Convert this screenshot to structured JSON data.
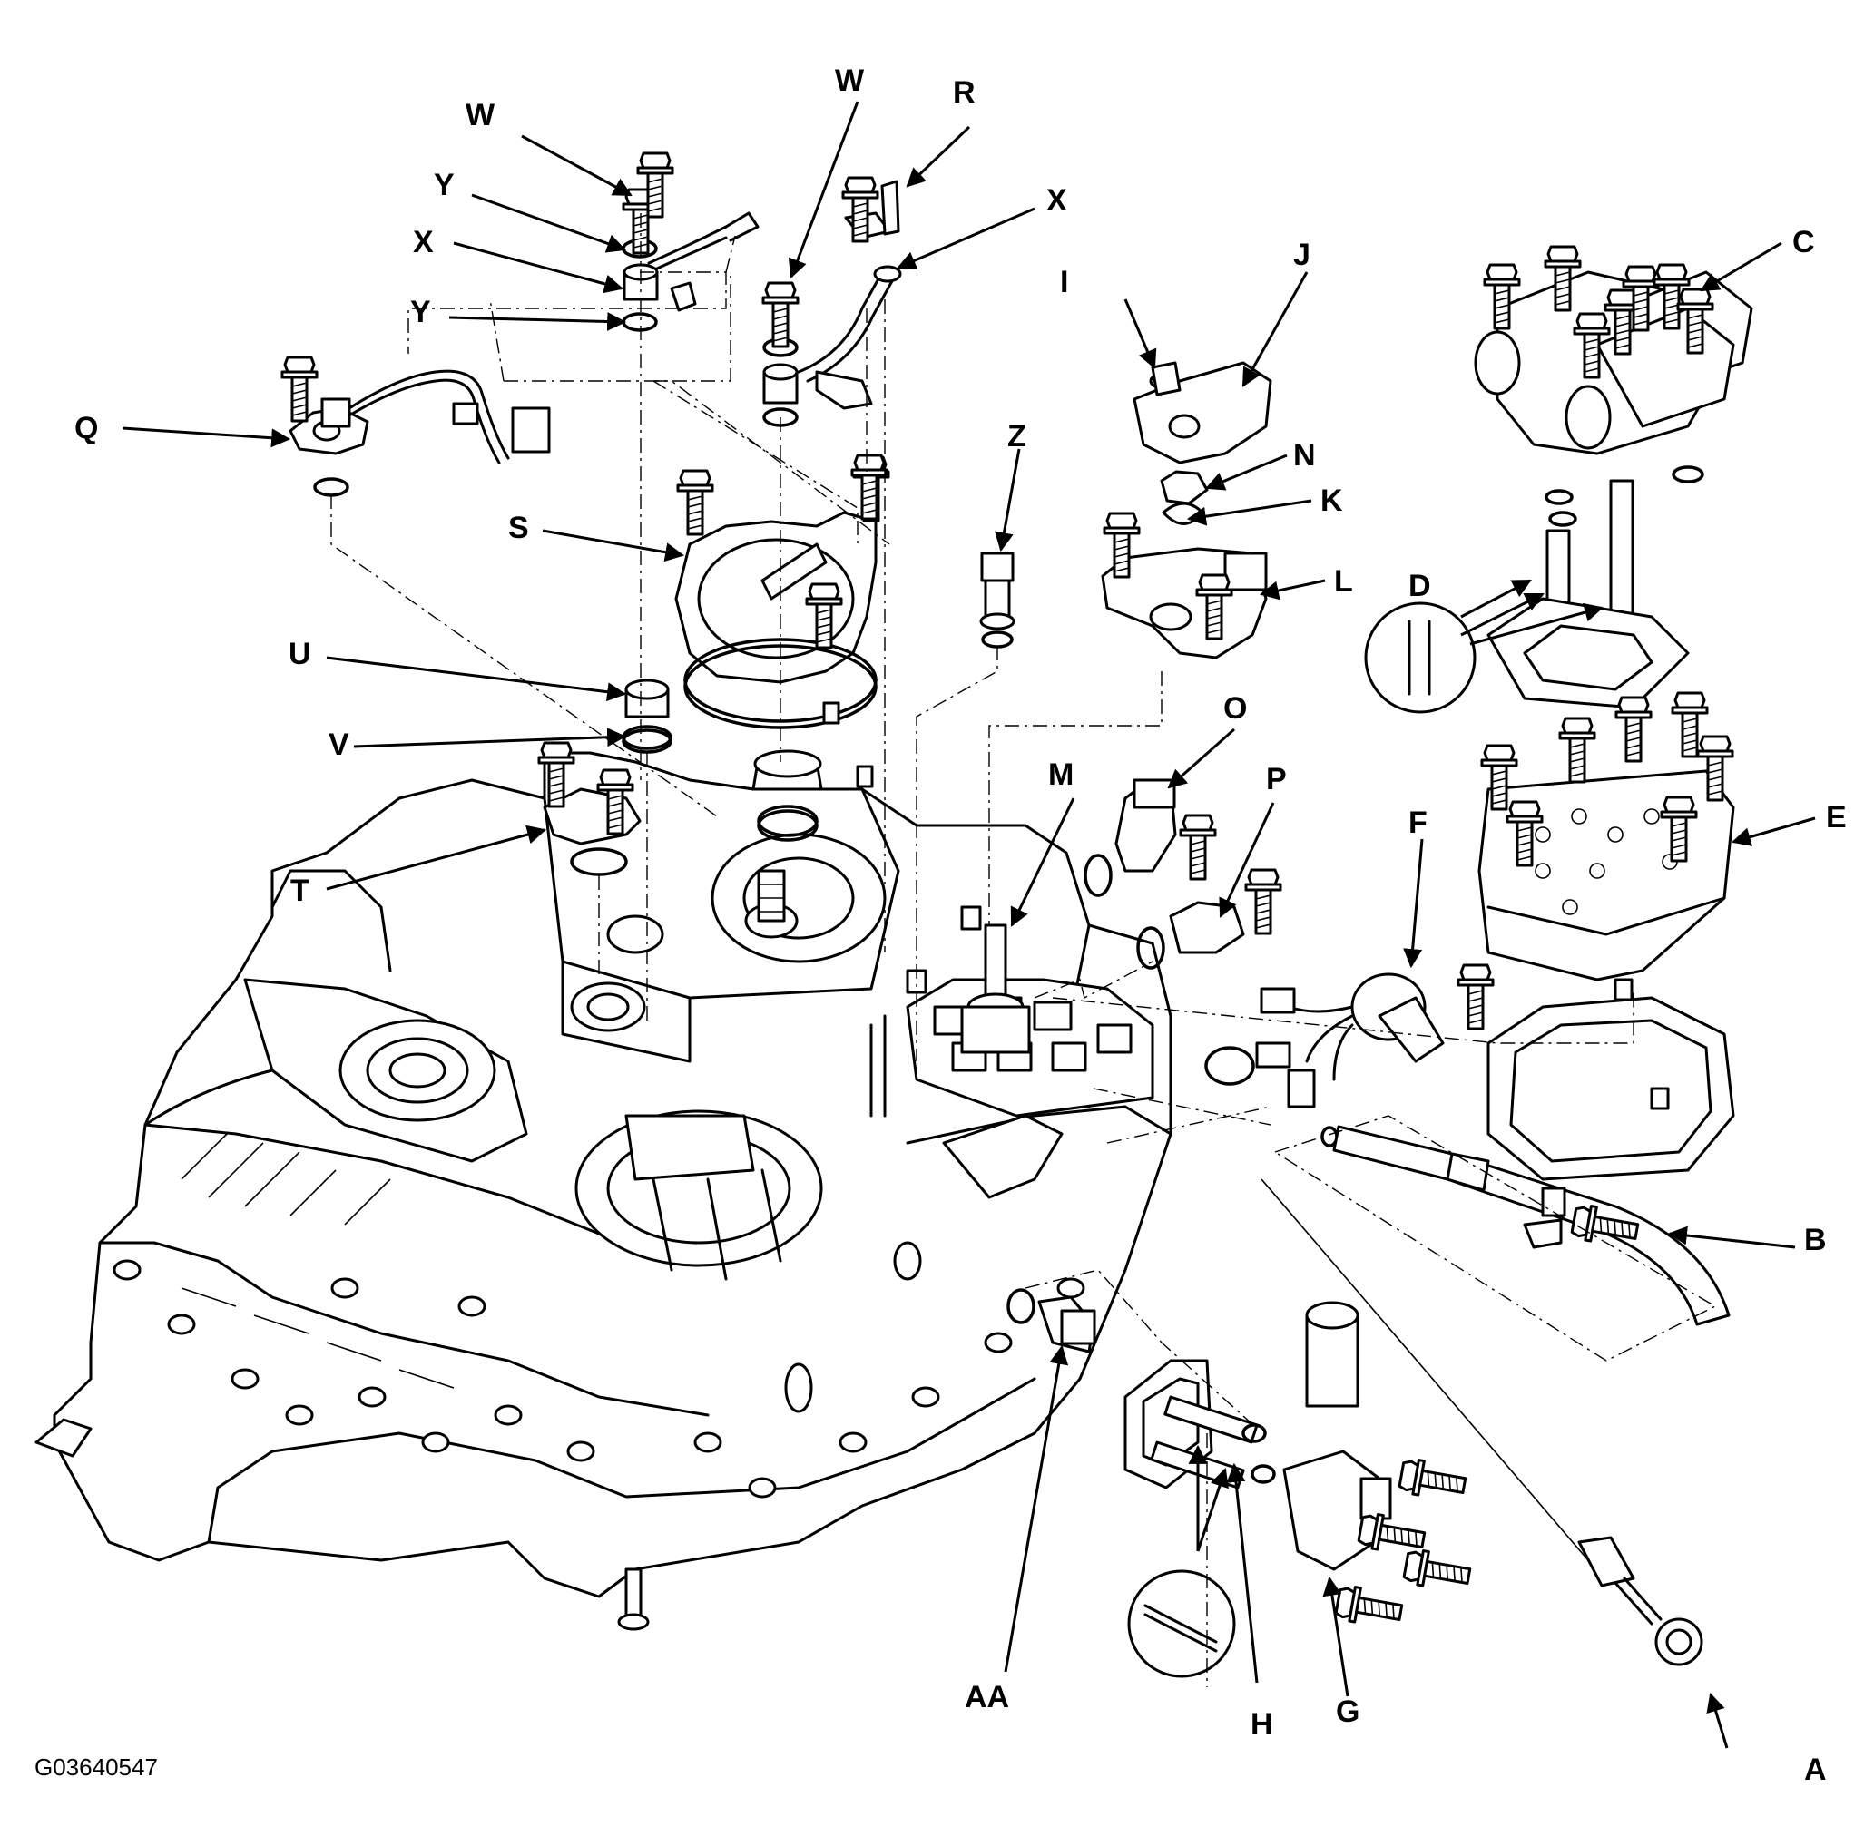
{
  "diagram_code": "G03640547",
  "callouts": [
    {
      "id": "a",
      "text": "A"
    },
    {
      "id": "aa",
      "text": "AA"
    },
    {
      "id": "b",
      "text": "B"
    },
    {
      "id": "c",
      "text": "C"
    },
    {
      "id": "d",
      "text": "D"
    },
    {
      "id": "e",
      "text": "E"
    },
    {
      "id": "f",
      "text": "F"
    },
    {
      "id": "g",
      "text": "G"
    },
    {
      "id": "h",
      "text": "H"
    },
    {
      "id": "i",
      "text": "I"
    },
    {
      "id": "j",
      "text": "J"
    },
    {
      "id": "k",
      "text": "K"
    },
    {
      "id": "l",
      "text": "L"
    },
    {
      "id": "m",
      "text": "M"
    },
    {
      "id": "n",
      "text": "N"
    },
    {
      "id": "o",
      "text": "O"
    },
    {
      "id": "p",
      "text": "P"
    },
    {
      "id": "q",
      "text": "Q"
    },
    {
      "id": "r",
      "text": "R"
    },
    {
      "id": "s",
      "text": "S"
    },
    {
      "id": "t",
      "text": "T"
    },
    {
      "id": "u",
      "text": "U"
    },
    {
      "id": "v",
      "text": "V"
    },
    {
      "id": "w1",
      "text": "W"
    },
    {
      "id": "w2",
      "text": "W"
    },
    {
      "id": "x1",
      "text": "X"
    },
    {
      "id": "x2",
      "text": "X"
    },
    {
      "id": "y1",
      "text": "Y"
    },
    {
      "id": "y2",
      "text": "Y"
    },
    {
      "id": "z",
      "text": "Z"
    }
  ]
}
